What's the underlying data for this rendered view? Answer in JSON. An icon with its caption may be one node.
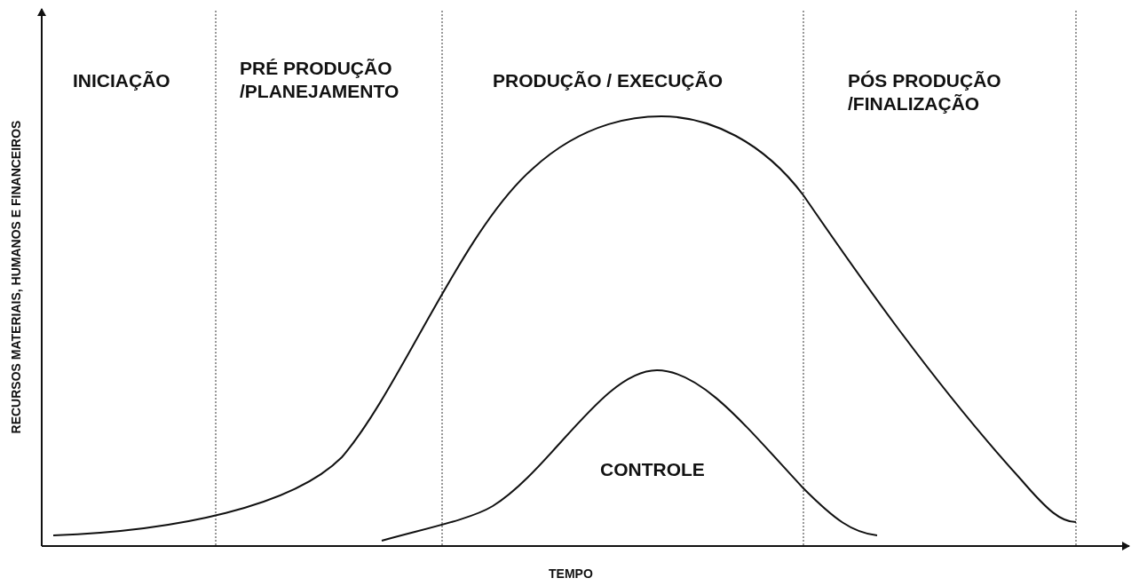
{
  "diagram": {
    "labels": [
      "RECURSOS MATERIAIS, HUMANOS E FINANCEIROS",
      "INICIAÇÃO",
      "PRÉ PRODUÇÃO /PLANEJAMENTO",
      "PRODUÇÃO / EXECUÇÃO",
      "PÓS PRODUÇÃO /FINALIZAÇÃO",
      "CONTROLE",
      "TEMPO"
    ]
  }
}
